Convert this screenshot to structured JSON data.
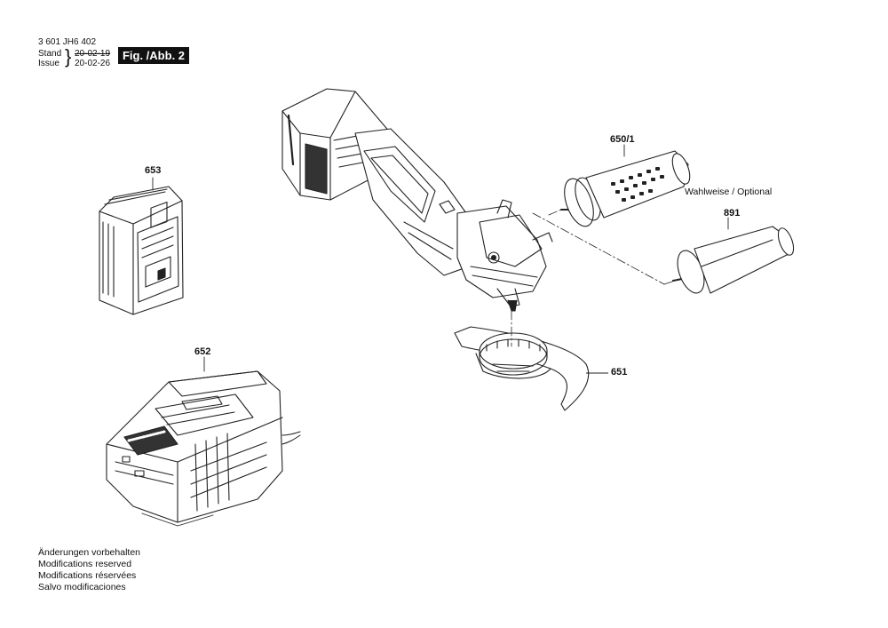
{
  "header": {
    "doc_number": "3 601 JH6 402",
    "stand_label": "Stand",
    "issue_label": "Issue",
    "stand_date": "20-02-19",
    "issue_date": "20-02-26",
    "fig_badge": "Fig. /Abb. 2"
  },
  "parts": {
    "p653": "653",
    "p652": "652",
    "p650_1": "650/1",
    "p891": "891",
    "p651": "651",
    "optional_note": "Wahlweise / Optional"
  },
  "footer": {
    "lines": [
      "Änderungen vorbehalten",
      "Modifications reserved",
      "Modifications réservées",
      "Salvo modificaciones"
    ]
  }
}
